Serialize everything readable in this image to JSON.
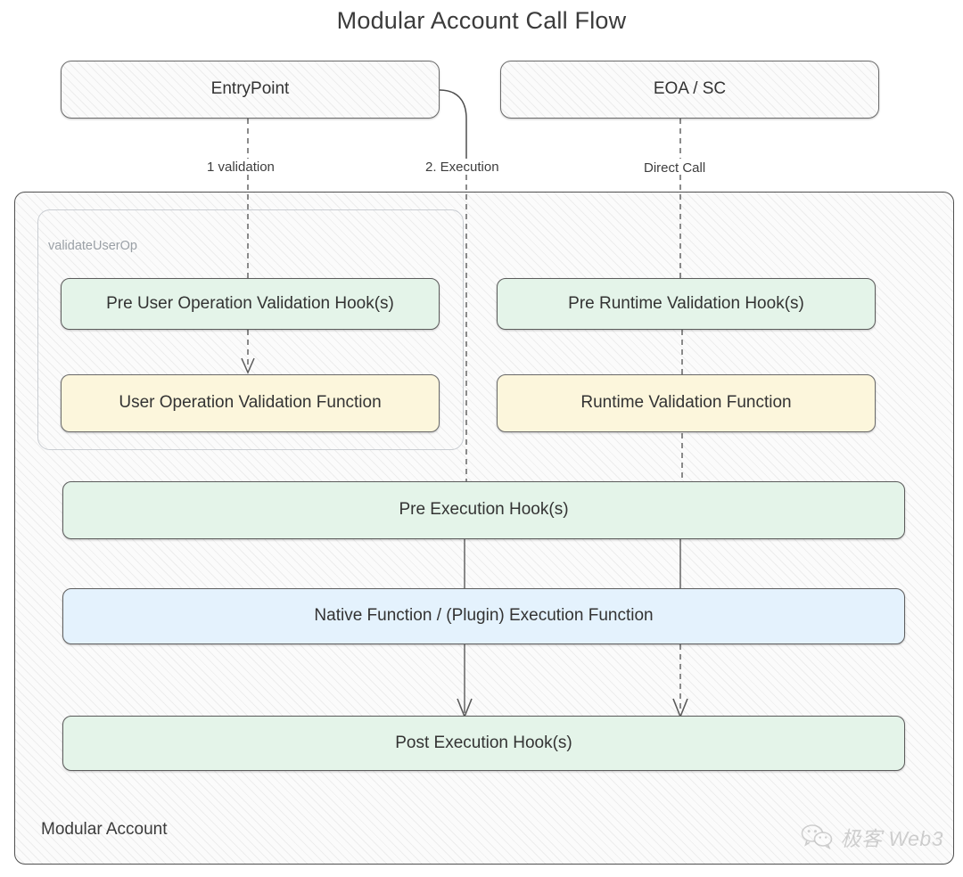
{
  "diagram": {
    "title": "Modular Account Call Flow",
    "type": "flowchart",
    "actors": [
      {
        "id": "entrypoint",
        "label": "EntryPoint"
      },
      {
        "id": "eoa_sc",
        "label": "EOA / SC"
      }
    ],
    "edge_labels": [
      {
        "id": "validation",
        "label": "1 validation"
      },
      {
        "id": "execution",
        "label": "2. Execution"
      },
      {
        "id": "direct",
        "label": "Direct Call"
      }
    ],
    "containers": [
      {
        "id": "modular_account",
        "label": "Modular Account"
      },
      {
        "id": "validate_userop",
        "label": "validateUserOp"
      }
    ],
    "nodes": [
      {
        "id": "pre_uo_hooks",
        "label": "Pre User Operation Validation Hook(s)",
        "color": "green"
      },
      {
        "id": "uo_validation",
        "label": "User Operation Validation Function",
        "color": "yellow"
      },
      {
        "id": "pre_rt_hooks",
        "label": "Pre Runtime Validation Hook(s)",
        "color": "green"
      },
      {
        "id": "rt_validation",
        "label": "Runtime Validation Function",
        "color": "yellow"
      },
      {
        "id": "pre_exec_hooks",
        "label": "Pre Execution Hook(s)",
        "color": "green"
      },
      {
        "id": "exec_function",
        "label": "Native Function  /  (Plugin) Execution Function",
        "color": "blue"
      },
      {
        "id": "post_exec_hooks",
        "label": "Post Execution Hook(s)",
        "color": "green"
      }
    ],
    "watermark": {
      "icon": "wechat-icon",
      "text": "极客 Web3"
    },
    "colors": {
      "green_fill": "#e4f4e9",
      "yellow_fill": "#fcf6dc",
      "blue_fill": "#e4f2fd",
      "stroke": "#5c5c5c",
      "hatch_bg": "#fbfbfb"
    }
  }
}
